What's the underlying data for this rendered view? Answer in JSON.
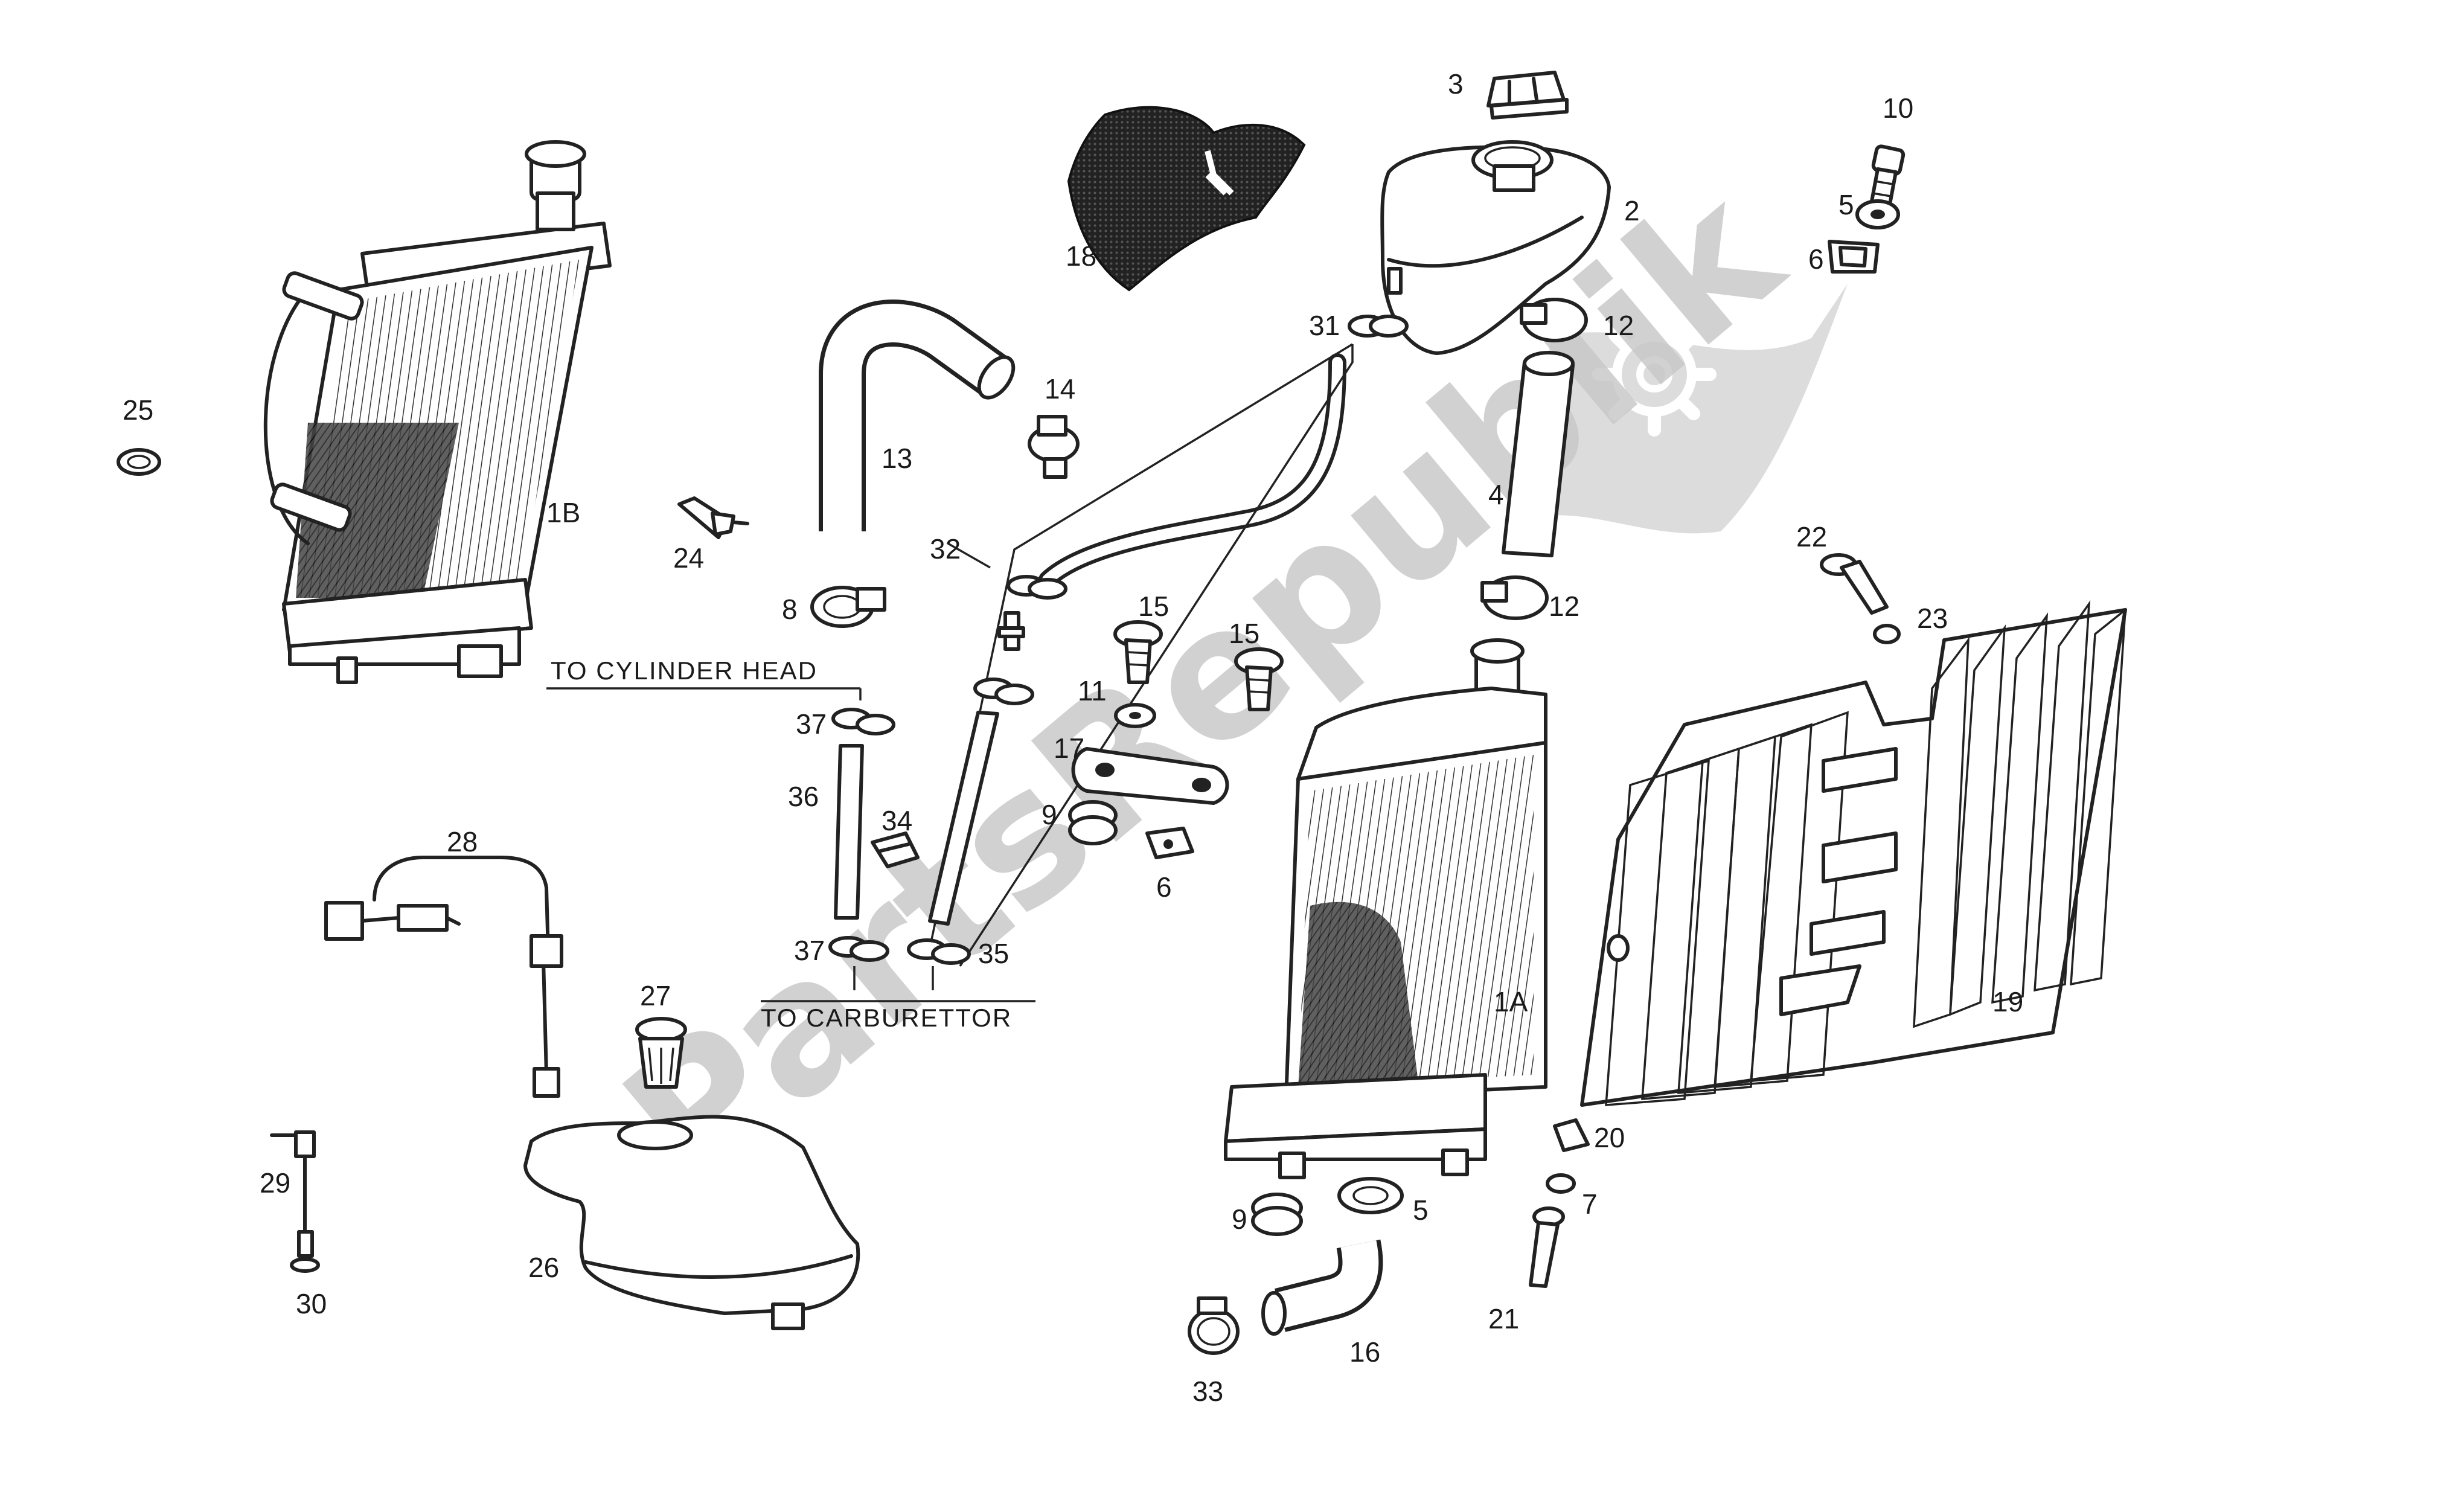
{
  "watermark": {
    "text": "PartsRepublik"
  },
  "routing": {
    "cylinder_head": "TO CYLINDER HEAD",
    "carburettor": "TO CARBURETTOR"
  },
  "callouts": {
    "c1A": "1A",
    "c1B": "1B",
    "c2": "2",
    "c3": "3",
    "c4": "4",
    "c5a": "5",
    "c5b": "5",
    "c6a": "6",
    "c6b": "6",
    "c7": "7",
    "c8": "8",
    "c9a": "9",
    "c9b": "9",
    "c10": "10",
    "c11": "11",
    "c12a": "12",
    "c12b": "12",
    "c13": "13",
    "c14": "14",
    "c15a": "15",
    "c15b": "15",
    "c16": "16",
    "c17": "17",
    "c18": "18",
    "c19": "19",
    "c20": "20",
    "c21": "21",
    "c22": "22",
    "c23": "23",
    "c24": "24",
    "c25": "25",
    "c26": "26",
    "c27": "27",
    "c28": "28",
    "c29": "29",
    "c30": "30",
    "c31": "31",
    "c32": "32",
    "c33": "33",
    "c34": "34",
    "c35": "35",
    "c36": "36",
    "c37a": "37",
    "c37b": "37"
  }
}
